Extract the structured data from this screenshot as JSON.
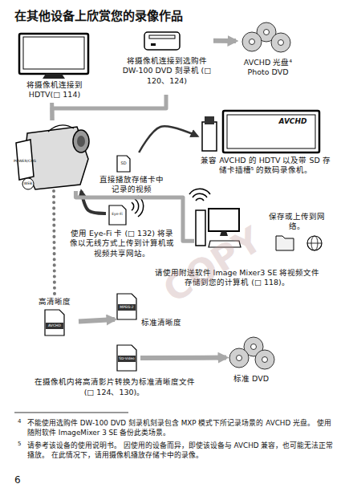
{
  "diagram": {
    "title": "在其他设备上欣赏您的录像作品",
    "nodes": [
      {
        "text": [
          "将摄像机连接到 HDTV(□ 114)"
        ]
      },
      {
        "text": [
          "将摄像机连接到选购件 DW-100 DVD 刻录机 (□ 120、124)"
        ]
      },
      {
        "text": [
          "AVCHD 光盘⁴ Photo DVD"
        ]
      },
      {
        "text": [
          "POWER/CHG",
          "WEB"
        ]
      },
      {
        "text": [
          "SD",
          "直接播放存储卡中记录的视频"
        ]
      },
      {
        "text": [
          "AVCHD",
          "兼容 AVCHD 的 HDTV 以及带 SD 存储卡插槽⁵ 的数码录像机。"
        ]
      },
      {
        "text": [
          "Eye-Fi",
          "使用 Eye-Fi 卡 (□ 132) 将录像以无线方式上传到计算机或视频共享网站。"
        ]
      },
      {
        "text": [
          "请使用附送软件 Image Mixer3 SE 将视频文件存储到您的计算机 (□ 118)。"
        ]
      },
      {
        "text": [
          "保存或上传到网络。"
        ]
      },
      {
        "text": [
          "高清晰度",
          "AVCHD"
        ]
      },
      {
        "text": [
          "MPEG-2",
          "标准清晰度"
        ]
      },
      {
        "text": [
          "SD-Video"
        ]
      },
      {
        "text": [
          "标准 DVD"
        ]
      }
    ],
    "edges": [
      {
        "from": 3,
        "to": 0,
        "arrow": "none"
      },
      {
        "from": 3,
        "to": 1,
        "arrow": "none"
      },
      {
        "from": 1,
        "to": 2,
        "arrow": "to"
      },
      {
        "from": 4,
        "to": 5,
        "arrow": "to"
      },
      {
        "from": 6,
        "to": 3,
        "arrow": "to"
      },
      {
        "from": 3,
        "to": 7,
        "arrow": "none"
      },
      {
        "from": 3,
        "to": 9,
        "arrow": "none"
      },
      {
        "from": 9,
        "to": 10,
        "arrow": "to"
      },
      {
        "from": 11,
        "to": 12,
        "arrow": "to"
      }
    ],
    "labels": [
      "6",
      "4",
      "不能使用选购件 DW-100 DVD 刻录机刻录包含 MXP 模式下所记录场景的 AVCHD 光盘。 使用随附软件 ImageMixer 3 SE 备份此类场景。",
      "5",
      "请参考该设备的使用说明书。 因使用的设备而异，即使该设备与 AVCHD 兼容，也可能无法正常播放。 在此情况下，请用摄像机播放存储卡中的录像。",
      "在摄像机内将高清影片转换为标准清晰度文件 (□ 124、130)。",
      "COPY"
    ]
  }
}
